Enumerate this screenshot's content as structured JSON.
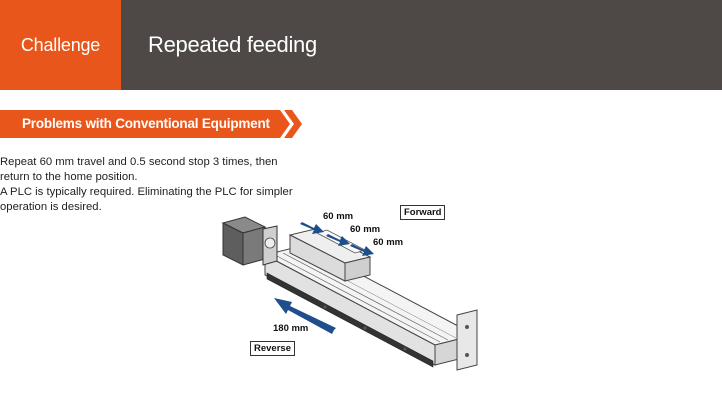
{
  "colors": {
    "accent": "#e9561b",
    "dark": "#4e4946",
    "arrow_blue": "#1f4e8c"
  },
  "header": {
    "tag": "Challenge",
    "title": "Repeated feeding"
  },
  "problems": {
    "title": "Problems with Conventional Equipment"
  },
  "description": {
    "line1": "Repeat 60 mm travel and 0.5 second stop 3 times, then return to the home position.",
    "line2": "A PLC is typically required. Eliminating the PLC for simpler operation is desired."
  },
  "diagram": {
    "forward_label": "Forward",
    "reverse_label": "Reverse",
    "step_labels": [
      "60 mm",
      "60 mm",
      "60 mm"
    ],
    "return_label": "180 mm"
  }
}
